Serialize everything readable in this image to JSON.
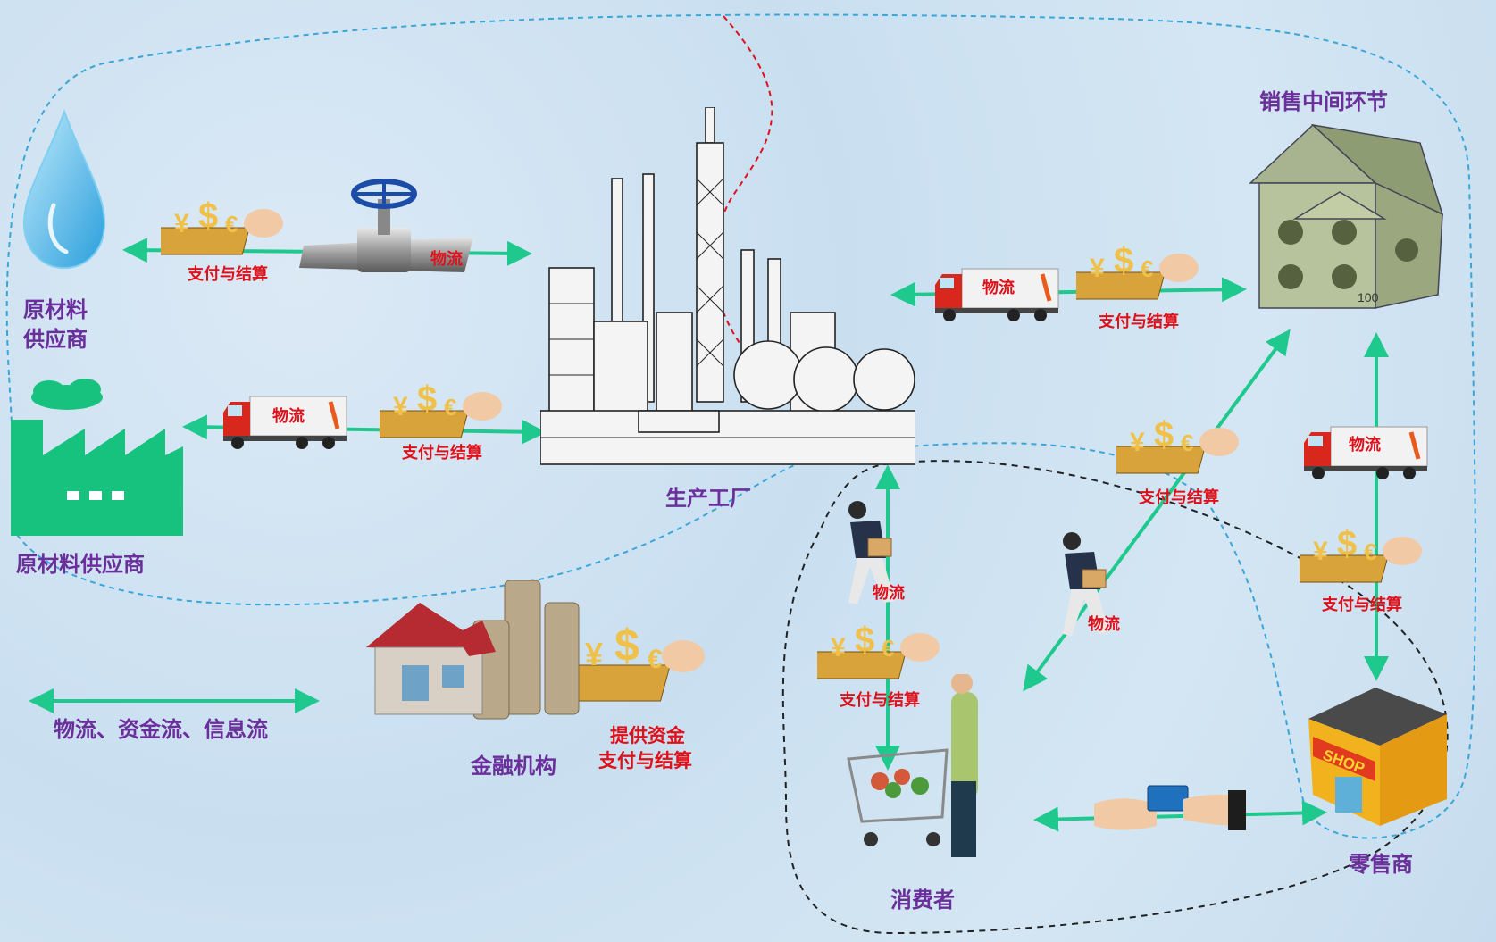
{
  "labels": {
    "supplier_water": "原材料\n供应商",
    "supplier_water_l1": "原材料",
    "supplier_water_l2": "供应商",
    "supplier_factory": "原材料供应商",
    "factory": "生产工厂",
    "sales_middle": "销售中间环节",
    "finance": "金融机构",
    "finance_service_l1": "提供资金",
    "finance_service_l2": "支付与结算",
    "consumer": "消费者",
    "retailer": "零售商",
    "legend": "物流、资金流、信息流"
  },
  "flow_tags": {
    "payment": "支付与结算",
    "logistics": "物流"
  },
  "icons": {
    "water_drop": "water-drop-icon",
    "factory_silhouette": "factory-icon",
    "refinery": "refinery-icon",
    "money_house": "money-house-icon",
    "bank_house": "bank-house-icon",
    "coin_stacks": "coin-stack-icon",
    "truck": "truck-icon",
    "abacus": "abacus-money-icon",
    "valve": "valve-pipe-icon",
    "courier": "courier-icon",
    "shopper": "shopper-cart-icon",
    "shop": "shop-icon",
    "card_exchange": "card-exchange-icon"
  },
  "colors": {
    "arrow": "#1fc98e",
    "label_purple": "#6a2f9a",
    "label_red": "#e0101a",
    "dashed_blue": "#3aa6d8",
    "dashed_red": "#e0101a",
    "dashed_black": "#222222"
  }
}
